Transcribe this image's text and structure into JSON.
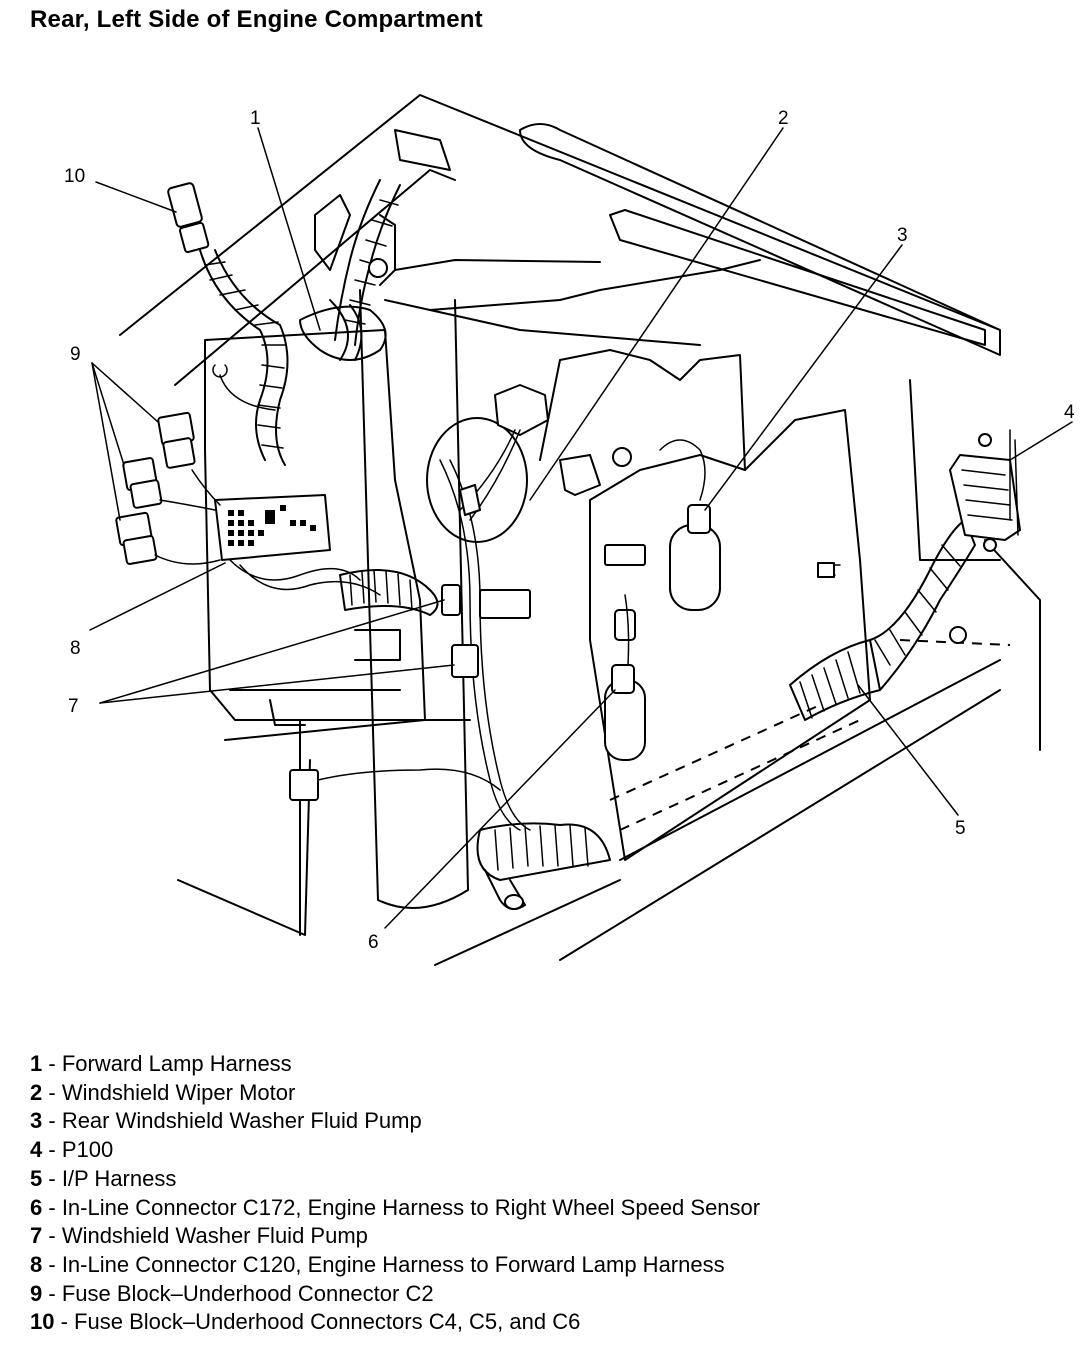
{
  "title": "Rear, Left Side of Engine Compartment",
  "callouts": [
    "1",
    "2",
    "3",
    "4",
    "5",
    "6",
    "7",
    "8",
    "9",
    "10"
  ],
  "legend": [
    {
      "num": "1",
      "text": "Forward Lamp Harness"
    },
    {
      "num": "2",
      "text": "Windshield Wiper Motor"
    },
    {
      "num": "3",
      "text": "Rear Windshield Washer Fluid Pump"
    },
    {
      "num": "4",
      "text": "P100"
    },
    {
      "num": "5",
      "text": "I/P Harness"
    },
    {
      "num": "6",
      "text": "In-Line Connector C172, Engine Harness to Right Wheel Speed Sensor"
    },
    {
      "num": "7",
      "text": "Windshield Washer Fluid Pump"
    },
    {
      "num": "8",
      "text": "In-Line Connector C120, Engine Harness to Forward Lamp Harness"
    },
    {
      "num": "9",
      "text": "Fuse Block–Underhood Connector C2"
    },
    {
      "num": "10",
      "text": "Fuse Block–Underhood Connectors C4, C5, and C6"
    }
  ]
}
